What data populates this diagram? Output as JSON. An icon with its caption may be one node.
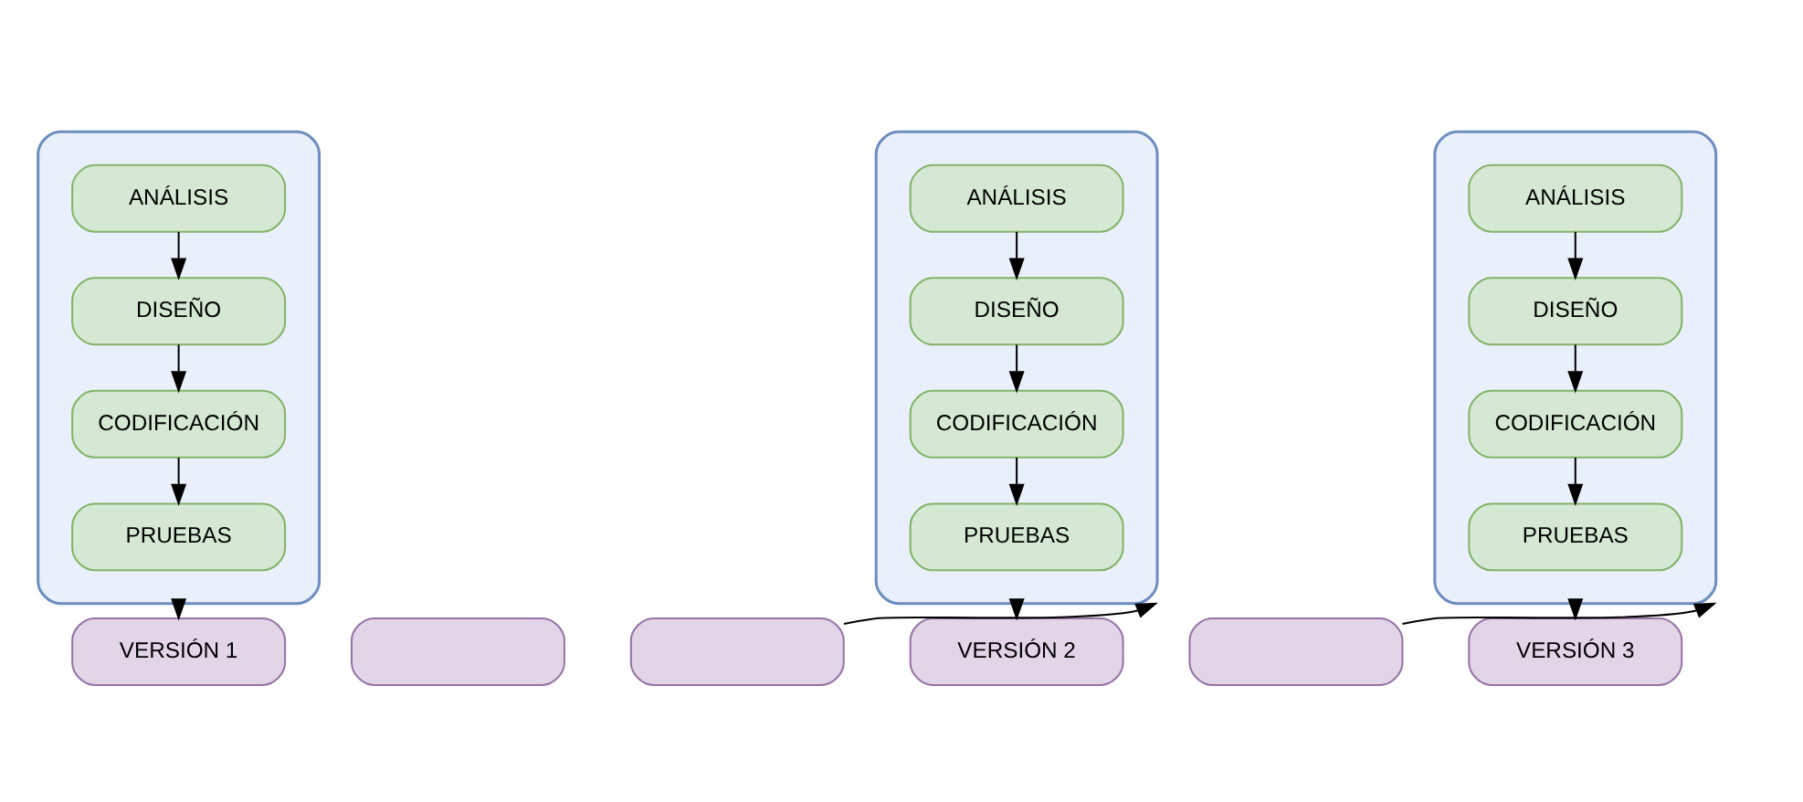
{
  "diagram": {
    "nodes": [
      {
        "text": [],
        "shape": "box"
      },
      {
        "text": [
          "ANÁLISIS"
        ],
        "in": 0
      },
      {
        "text": [
          "DISEÑO"
        ],
        "in": 0
      },
      {
        "text": [
          "CODIFICACIÓN"
        ],
        "in": 0
      },
      {
        "text": [
          "PRUEBAS"
        ],
        "in": 0
      },
      {
        "text": [],
        "shape": "box"
      },
      {
        "text": [
          "ANÁLISIS"
        ],
        "in": 5
      },
      {
        "text": [
          "DISEÑO"
        ],
        "in": 5
      },
      {
        "text": [
          "CODIFICACIÓN"
        ],
        "in": 5
      },
      {
        "text": [
          "PRUEBAS"
        ],
        "in": 5
      },
      {
        "text": [],
        "shape": "box"
      },
      {
        "text": [
          "ANÁLISIS"
        ],
        "in": 10
      },
      {
        "text": [
          "DISEÑO"
        ],
        "in": 10
      },
      {
        "text": [
          "CODIFICACIÓN"
        ],
        "in": 10
      },
      {
        "text": [
          "PRUEBAS"
        ],
        "in": 10
      },
      {
        "text": [
          "VERSIÓN 1"
        ]
      },
      {
        "text": [],
        "shape": "box"
      },
      {
        "text": [],
        "shape": "box"
      },
      {
        "text": [
          "VERSIÓN 2"
        ]
      },
      {
        "text": [],
        "shape": "box"
      },
      {
        "text": [
          "VERSIÓN 3"
        ]
      }
    ],
    "edges": [
      {
        "from": 1,
        "to": 2,
        "arrow": "to"
      },
      {
        "from": 2,
        "to": 3,
        "arrow": "to"
      },
      {
        "from": 3,
        "to": 4,
        "arrow": "to"
      },
      {
        "from": 6,
        "to": 7,
        "arrow": "to"
      },
      {
        "from": 7,
        "to": 8,
        "arrow": "to"
      },
      {
        "from": 8,
        "to": 9,
        "arrow": "to"
      },
      {
        "from": 11,
        "to": 12,
        "arrow": "to"
      },
      {
        "from": 12,
        "to": 13,
        "arrow": "to"
      },
      {
        "from": 13,
        "to": 14,
        "arrow": "to"
      },
      {
        "from": 0,
        "to": 15,
        "arrow": "to"
      },
      {
        "from": 17,
        "to": 5,
        "arrow": "to"
      },
      {
        "from": 5,
        "to": 18,
        "arrow": "to"
      },
      {
        "from": 19,
        "to": 10,
        "arrow": "to"
      },
      {
        "from": 10,
        "to": 20,
        "arrow": "to"
      }
    ]
  }
}
